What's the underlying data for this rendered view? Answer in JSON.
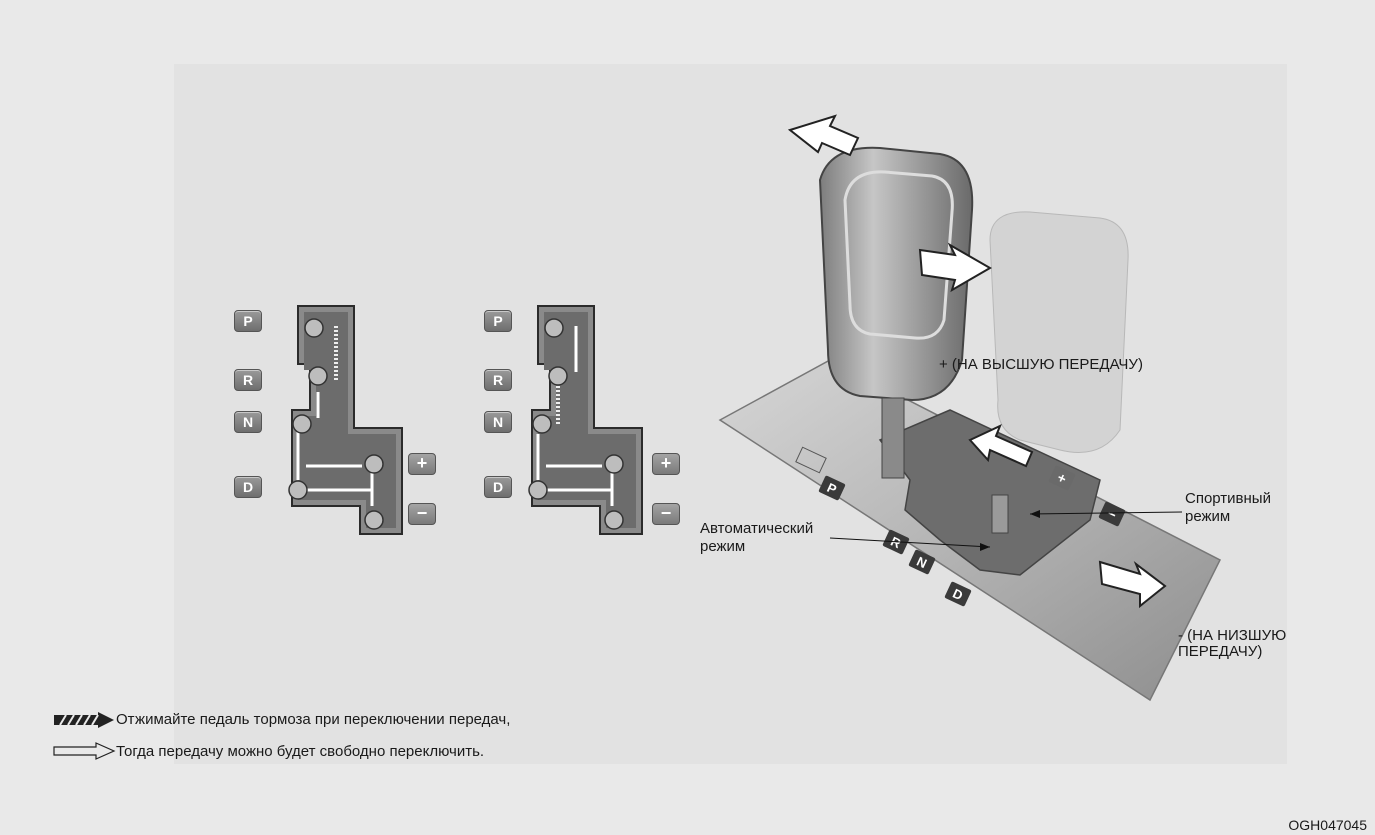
{
  "left_diagrams": [
    {
      "keys": [
        "P",
        "R",
        "N",
        "D"
      ],
      "plus": "+",
      "minus": "−"
    },
    {
      "keys": [
        "P",
        "R",
        "N",
        "D"
      ],
      "plus": "+",
      "minus": "−"
    }
  ],
  "shifter": {
    "plate_keys": [
      "P",
      "R",
      "N",
      "D"
    ],
    "plate_plus": "+",
    "plate_minus": "−"
  },
  "labels": {
    "upshift": "+ (НА ВЫСШУЮ ПЕРЕДАЧУ)",
    "sport_mode": "Спортивный\nрежим",
    "auto_mode": "Автоматический\nрежим",
    "downshift": "- (НА НИЗШУЮ\nПЕРЕДАЧУ)"
  },
  "legend": [
    {
      "icon": "hatched-arrow-icon",
      "text": "Отжимайте педаль тормоза при переключении передач,"
    },
    {
      "icon": "outline-arrow-icon",
      "text": "Тогда передачу можно будет свободно переключить."
    }
  ],
  "figure_code": "OGH047045"
}
